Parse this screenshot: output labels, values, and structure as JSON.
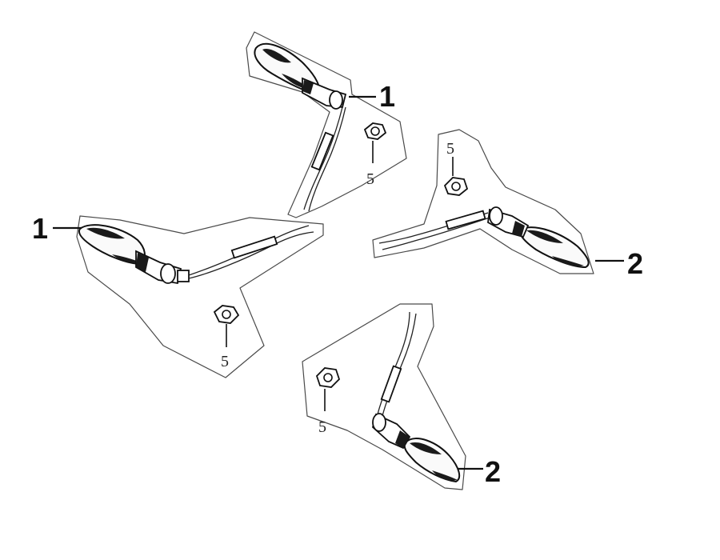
{
  "callouts": {
    "part_1_top": "1",
    "part_1_left": "1",
    "part_2_right": "2",
    "part_2_bottom": "2",
    "part_5_top": "5",
    "part_5_left": "5",
    "part_5_right": "5",
    "part_5_bottom": "5"
  },
  "parts": [
    {
      "ref": "1",
      "icon": "turn-signal-icon"
    },
    {
      "ref": "2",
      "icon": "turn-signal-icon"
    },
    {
      "ref": "5",
      "icon": "hex-nut-icon"
    }
  ]
}
